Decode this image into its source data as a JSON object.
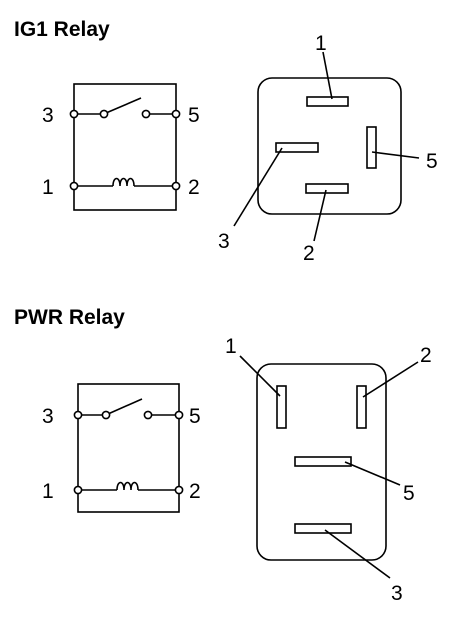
{
  "ig1": {
    "title": "IG1 Relay",
    "schematic_pins": {
      "top_left": "3",
      "top_right": "5",
      "bottom_left": "1",
      "bottom_right": "2"
    },
    "connector_pins": {
      "top": "1",
      "right": "5",
      "left": "3",
      "bottom": "2"
    }
  },
  "pwr": {
    "title": "PWR Relay",
    "schematic_pins": {
      "top_left": "3",
      "top_right": "5",
      "bottom_left": "1",
      "bottom_right": "2"
    },
    "connector_pins": {
      "top_left": "1",
      "top_right": "2",
      "middle": "5",
      "bottom": "3"
    }
  }
}
